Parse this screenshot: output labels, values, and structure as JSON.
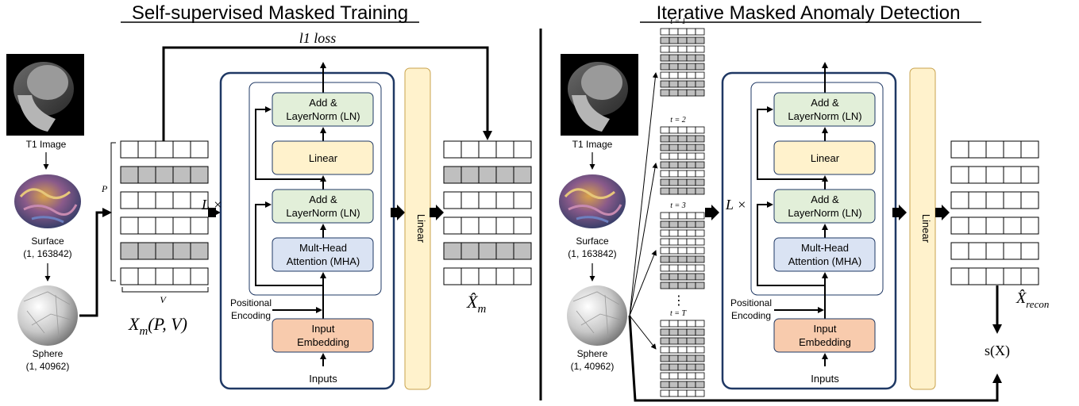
{
  "left": {
    "title": "Self-supervised Masked Training",
    "loss_label": "l1 loss",
    "t1_label": "T1 Image",
    "surface_label": "Surface",
    "surface_dims": "(1, 163842)",
    "sphere_label": "Sphere",
    "sphere_dims": "(1, 40962)",
    "p_label": "P",
    "v_label": "V",
    "xm_label": "X",
    "xm_sub": "m",
    "xm_args": "(P, V)",
    "xhat_label": "X̂",
    "xhat_sub": "m",
    "layers_label": "L ×",
    "add_norm_line1": "Add &",
    "add_norm_line2": "LayerNorm (LN)",
    "linear_inner": "Linear",
    "mha_line1": "Mult-Head",
    "mha_line2": "Attention (MHA)",
    "pos_line1": "Positional",
    "pos_line2": "Encoding",
    "embed_line1": "Input",
    "embed_line2": "Embedding",
    "inputs_label": "Inputs",
    "linear_side": "Linear",
    "mask_rows": [
      false,
      true,
      false,
      false,
      true,
      false
    ]
  },
  "right": {
    "title": "Iterative Masked Anomaly Detection",
    "t1_label": "T1 Image",
    "surface_label": "Surface",
    "surface_dims": "(1, 163842)",
    "sphere_label": "Sphere",
    "sphere_dims": "(1, 40962)",
    "t_labels": [
      "t = 1",
      "t = 2",
      "t = 3",
      "t = T"
    ],
    "vdots": "⋮",
    "layers_label": "L ×",
    "add_norm_line1": "Add &",
    "add_norm_line2": "LayerNorm (LN)",
    "linear_inner": "Linear",
    "mha_line1": "Mult-Head",
    "mha_line2": "Attention (MHA)",
    "pos_line1": "Positional",
    "pos_line2": "Encoding",
    "embed_line1": "Input",
    "embed_line2": "Embedding",
    "inputs_label": "Inputs",
    "linear_side": "Linear",
    "xrecon_label": "X̂",
    "xrecon_sub": "recon",
    "score_label": "s(X)"
  },
  "colors": {
    "green_box": "#e2efd9",
    "yellow_box": "#fff2cc",
    "blue_box": "#dae3f3",
    "orange_box": "#f8cbad",
    "side_linear": "#fff2cc",
    "frame": "#1f3864",
    "masked_cell": "#bfbfbf"
  }
}
